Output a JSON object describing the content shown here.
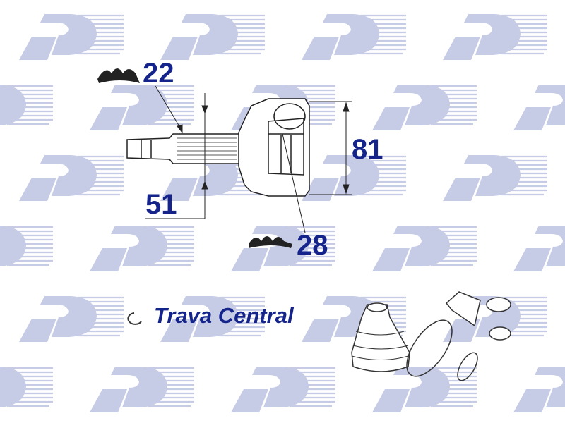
{
  "diagram": {
    "dimensions": {
      "top_left": "22",
      "bottom_left": "51",
      "right": "81",
      "bottom_center": "28"
    },
    "caption": "Trava Central",
    "colors": {
      "label": "#14248a",
      "watermark": "#c6cbe6",
      "line": "#222222"
    }
  }
}
